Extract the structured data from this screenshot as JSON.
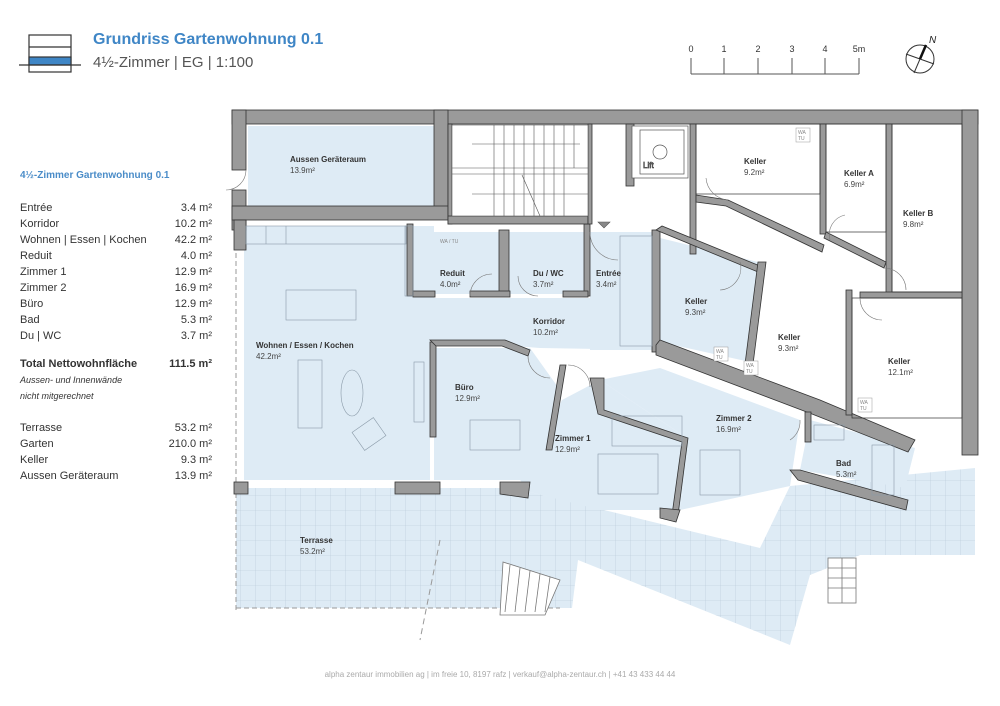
{
  "header": {
    "title": "Grundriss Gartenwohnung 0.1",
    "subtitle": "4½-Zimmer | EG | 1:100"
  },
  "scale_bar": {
    "labels": [
      "0",
      "1",
      "2",
      "3",
      "4",
      "5m"
    ]
  },
  "compass": {
    "label": "N"
  },
  "sidebar": {
    "heading": "4½-Zimmer Gartenwohnung 0.1",
    "rooms": [
      {
        "name": "Entrée",
        "area": "3.4 m²"
      },
      {
        "name": "Korridor",
        "area": "10.2 m²"
      },
      {
        "name": "Wohnen | Essen | Kochen",
        "area": "42.2 m²"
      },
      {
        "name": "Reduit",
        "area": "4.0 m²"
      },
      {
        "name": "Zimmer 1",
        "area": "12.9 m²"
      },
      {
        "name": "Zimmer 2",
        "area": "16.9 m²"
      },
      {
        "name": "Büro",
        "area": "12.9 m²"
      },
      {
        "name": "Bad",
        "area": "5.3 m²"
      },
      {
        "name": "Du | WC",
        "area": "3.7 m²"
      }
    ],
    "total": {
      "name": "Total Nettowohnfläche",
      "area": "111.5 m²"
    },
    "note_line1": "Aussen- und Innenwände",
    "note_line2": "nicht mitgerechnet",
    "extras": [
      {
        "name": "Terrasse",
        "area": "53.2 m²"
      },
      {
        "name": "Garten",
        "area": "210.0 m²"
      },
      {
        "name": "Keller",
        "area": "9.3 m²"
      },
      {
        "name": "Aussen Geräteraum",
        "area": "13.9 m²"
      }
    ]
  },
  "plan": {
    "colors": {
      "room_fill": "#deebf5",
      "wall": "#9a9a9a",
      "accent": "#3f86c6"
    },
    "rooms": {
      "geraeteraum": {
        "label": "Aussen Geräteraum",
        "area": "13.9m²"
      },
      "wohnen": {
        "label": "Wohnen / Essen / Kochen",
        "area": "42.2m²"
      },
      "reduit": {
        "label": "Reduit",
        "area": "4.0m²"
      },
      "duwc": {
        "label": "Du / WC",
        "area": "3.7m²"
      },
      "entree": {
        "label": "Entrée",
        "area": "3.4m²"
      },
      "korridor": {
        "label": "Korridor",
        "area": "10.2m²"
      },
      "buero": {
        "label": "Büro",
        "area": "12.9m²"
      },
      "zimmer1": {
        "label": "Zimmer 1",
        "area": "12.9m²"
      },
      "zimmer2": {
        "label": "Zimmer 2",
        "area": "16.9m²"
      },
      "bad": {
        "label": "Bad",
        "area": "5.3m²"
      },
      "terrasse": {
        "label": "Terrasse",
        "area": "53.2m²"
      },
      "keller1": {
        "label": "Keller",
        "area": "9.2m²"
      },
      "kellerA": {
        "label": "Keller A",
        "area": "6.9m²"
      },
      "kellerB": {
        "label": "Keller B",
        "area": "9.8m²"
      },
      "keller2": {
        "label": "Keller",
        "area": "9.3m²"
      },
      "keller3": {
        "label": "Keller",
        "area": "9.3m²"
      },
      "keller4": {
        "label": "Keller",
        "area": "12.1m²"
      }
    },
    "lift_label": "Lift",
    "wa_tu_top": "WA",
    "wa_tu_bottom": "TU",
    "wa_tu_small": "WA / TU"
  },
  "footer": {
    "text": "alpha zentaur immobilien ag | im freie 10, 8197 rafz | verkauf@alpha-zentaur.ch | +41 43 433 44 44"
  }
}
